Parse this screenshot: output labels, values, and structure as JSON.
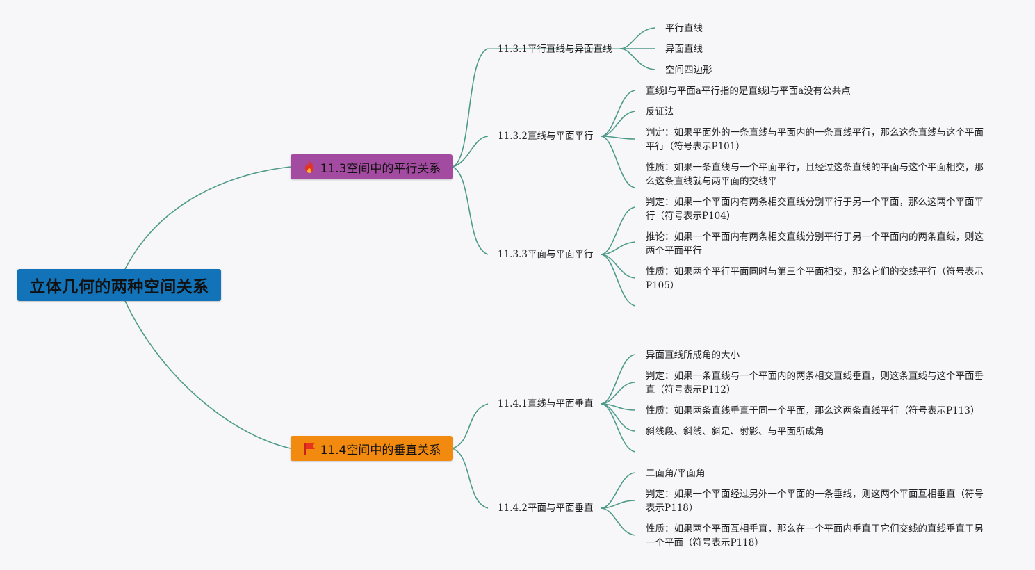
{
  "root": {
    "label": "立体几何的两种空间关系"
  },
  "branches": [
    {
      "label": "11.3空间中的平行关系",
      "icon": "fire-icon",
      "color": "#a24ba0",
      "subs": [
        {
          "label": "11.3.1平行直线与异面直线",
          "leaves": [
            "平行直线",
            "异面直线",
            "空间四边形"
          ]
        },
        {
          "label": "11.3.2直线与平面平行",
          "leaves": [
            "直线l与平面a平行指的是直线l与平面a没有公共点",
            "反证法",
            "判定：如果平面外的一条直线与平面内的一条直线平行，那么这条直线与这个平面平行（符号表示P101）",
            "性质：如果一条直线与一个平面平行，且经过这条直线的平面与这个平面相交，那么这条直线就与两平面的交线平"
          ]
        },
        {
          "label": "11.3.3平面与平面平行",
          "leaves": [
            "判定：如果一个平面内有两条相交直线分别平行于另一个平面，那么这两个平面平行（符号表示P104）",
            "推论：如果一个平面内有两条相交直线分别平行于另一个平面内的两条直线，则这两个平面平行",
            "性质：如果两个平行平面同时与第三个平面相交，那么它们的交线平行（符号表示P105）"
          ]
        }
      ]
    },
    {
      "label": "11.4空间中的垂直关系",
      "icon": "flag-icon",
      "color": "#f28a10",
      "subs": [
        {
          "label": "11.4.1直线与平面垂直",
          "leaves": [
            "异面直线所成角的大小",
            "判定：如果一条直线与一个平面内的两条相交直线垂直，则这条直线与这个平面垂直（符号表示P112）",
            "性质：如果两条直线垂直于同一个平面，那么这两条直线平行（符号表示P113）",
            "斜线段、斜线、斜足、射影、与平面所成角"
          ]
        },
        {
          "label": "11.4.2平面与平面垂直",
          "leaves": [
            "二面角/平面角",
            "判定：如果一个平面经过另外一个平面的一条垂线，则这两个平面互相垂直（符号表示P118）",
            "性质：如果两个平面互相垂直，那么在一个平面内垂直于它们交线的直线垂直于另一个平面（符号表示P118）"
          ]
        }
      ]
    }
  ],
  "colors": {
    "line": "#4e9a8a",
    "root_bg": "#1273b8"
  }
}
